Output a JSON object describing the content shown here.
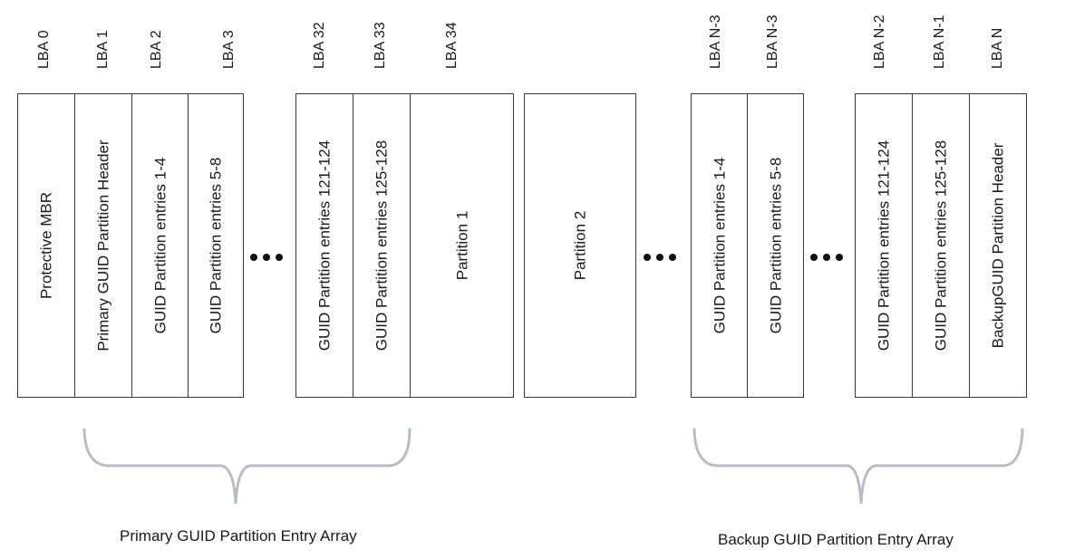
{
  "lba_labels": {
    "lba0": "LBA 0",
    "lba1": "LBA 1",
    "lba2": "LBA 2",
    "lba3": "LBA 3",
    "lba32": "LBA 32",
    "lba33": "LBA 33",
    "lba34": "LBA 34",
    "lba_n3a": "LBA N-3",
    "lba_n3b": "LBA N-3",
    "lba_n2": "LBA N-2",
    "lba_n1": "LBA N-1",
    "lba_n": "LBA N"
  },
  "cells": {
    "protective_mbr": "Protective MBR",
    "primary_header": "Primary GUID Partition Header",
    "entries_1_4": "GUID Partition entries 1-4",
    "entries_5_8": "GUID Partition entries 5-8",
    "entries_121_124": "GUID Partition entries 121-124",
    "entries_125_128": "GUID Partition entries 125-128",
    "partition_1": "Partition 1",
    "partition_2": "Partition 2",
    "backup_entries_1_4": "GUID Partition entries 1-4",
    "backup_entries_5_8": "GUID Partition entries 5-8",
    "backup_entries_121_124": "GUID Partition entries 121-124",
    "backup_entries_125_128": "GUID Partition entries 125-128",
    "backup_header": "BackupGUID Partition Header"
  },
  "captions": {
    "primary_array": "Primary GUID Partition Entry Array",
    "backup_array": "Backup GUID Partition Entry Array"
  },
  "colors": {
    "border": "#3a3a3a",
    "brace": "#b8bcc4"
  }
}
